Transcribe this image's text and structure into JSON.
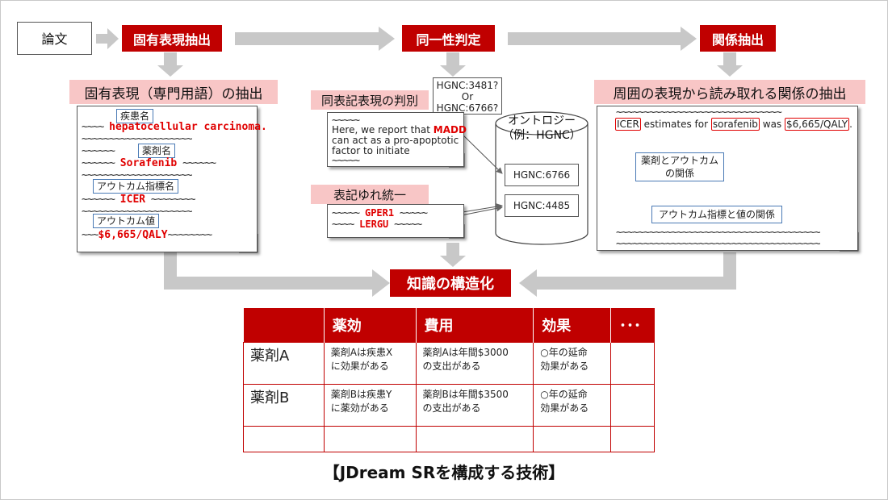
{
  "input_doc": "論文",
  "steps": {
    "ner": "固有表現抽出",
    "identity": "同一性判定",
    "relation": "関係抽出",
    "structuring": "知識の構造化"
  },
  "ner_panel": {
    "heading": "固有表現（専門用語）の抽出",
    "tags": {
      "disease": "疾患名",
      "drug": "薬剤名",
      "outcome_indicator": "アウトカム指標名",
      "outcome_value": "アウトカム値"
    },
    "entities": {
      "disease": "hepatocellular carcinoma.",
      "drug": "Sorafenib",
      "indicator": "ICER",
      "value": "$6,665/QALY"
    }
  },
  "identity_panel": {
    "heading_judge": "同表記表現の判別",
    "callout": [
      "HGNC:3481?",
      "Or",
      "HGNC:6766?"
    ],
    "sentence": [
      "Here, we report that",
      "MADD",
      "can act as a pro-apoptotic",
      "factor to initiate"
    ],
    "heading_unify": "表記ゆれ統一",
    "variants": [
      "GPER1",
      "LERGU"
    ],
    "ontology_title": [
      "オントロジー",
      "（例：HGNC）"
    ],
    "ontology_ids": [
      "HGNC:6766",
      "HGNC:4485"
    ]
  },
  "relation_panel": {
    "heading": "周囲の表現から読み取れる関係の抽出",
    "sentence": {
      "indicator": "ICER",
      "p1": "estimates for",
      "drug": "sorafenib",
      "p2": "was",
      "value": "$6,665/QALY",
      "end": "."
    },
    "rel_drug_outcome": [
      "薬剤とアウトカム",
      "の関係"
    ],
    "rel_indicator_value": "アウトカム指標と値の関係"
  },
  "table": {
    "headers": [
      "",
      "薬効",
      "費用",
      "効果",
      "･･･"
    ],
    "rows": [
      {
        "label": "薬剤A",
        "cells": [
          [
            "薬剤Aは疾患X",
            "に効果がある"
          ],
          [
            "薬剤Aは年間$3000",
            "の支出がある"
          ],
          [
            "○年の延命",
            "効果がある"
          ],
          [
            "",
            ""
          ]
        ]
      },
      {
        "label": "薬剤B",
        "cells": [
          [
            "薬剤Bは疾患Y",
            "に薬効がある"
          ],
          [
            "薬剤Bは年間$3500",
            "の支出がある"
          ],
          [
            "○年の延命",
            "効果がある"
          ],
          [
            "",
            ""
          ]
        ]
      },
      {
        "label": "",
        "cells": [
          [
            "",
            ""
          ],
          [
            "",
            ""
          ],
          [
            "",
            ""
          ],
          [
            "",
            ""
          ]
        ]
      }
    ]
  },
  "caption": "【JDream SRを構成する技術】",
  "colors": {
    "accent": "#c00000",
    "pink": "#f8c6c6",
    "arrow": "#c8c8c8",
    "entity": "#e00000",
    "tag_border": "#4a7ab5"
  }
}
